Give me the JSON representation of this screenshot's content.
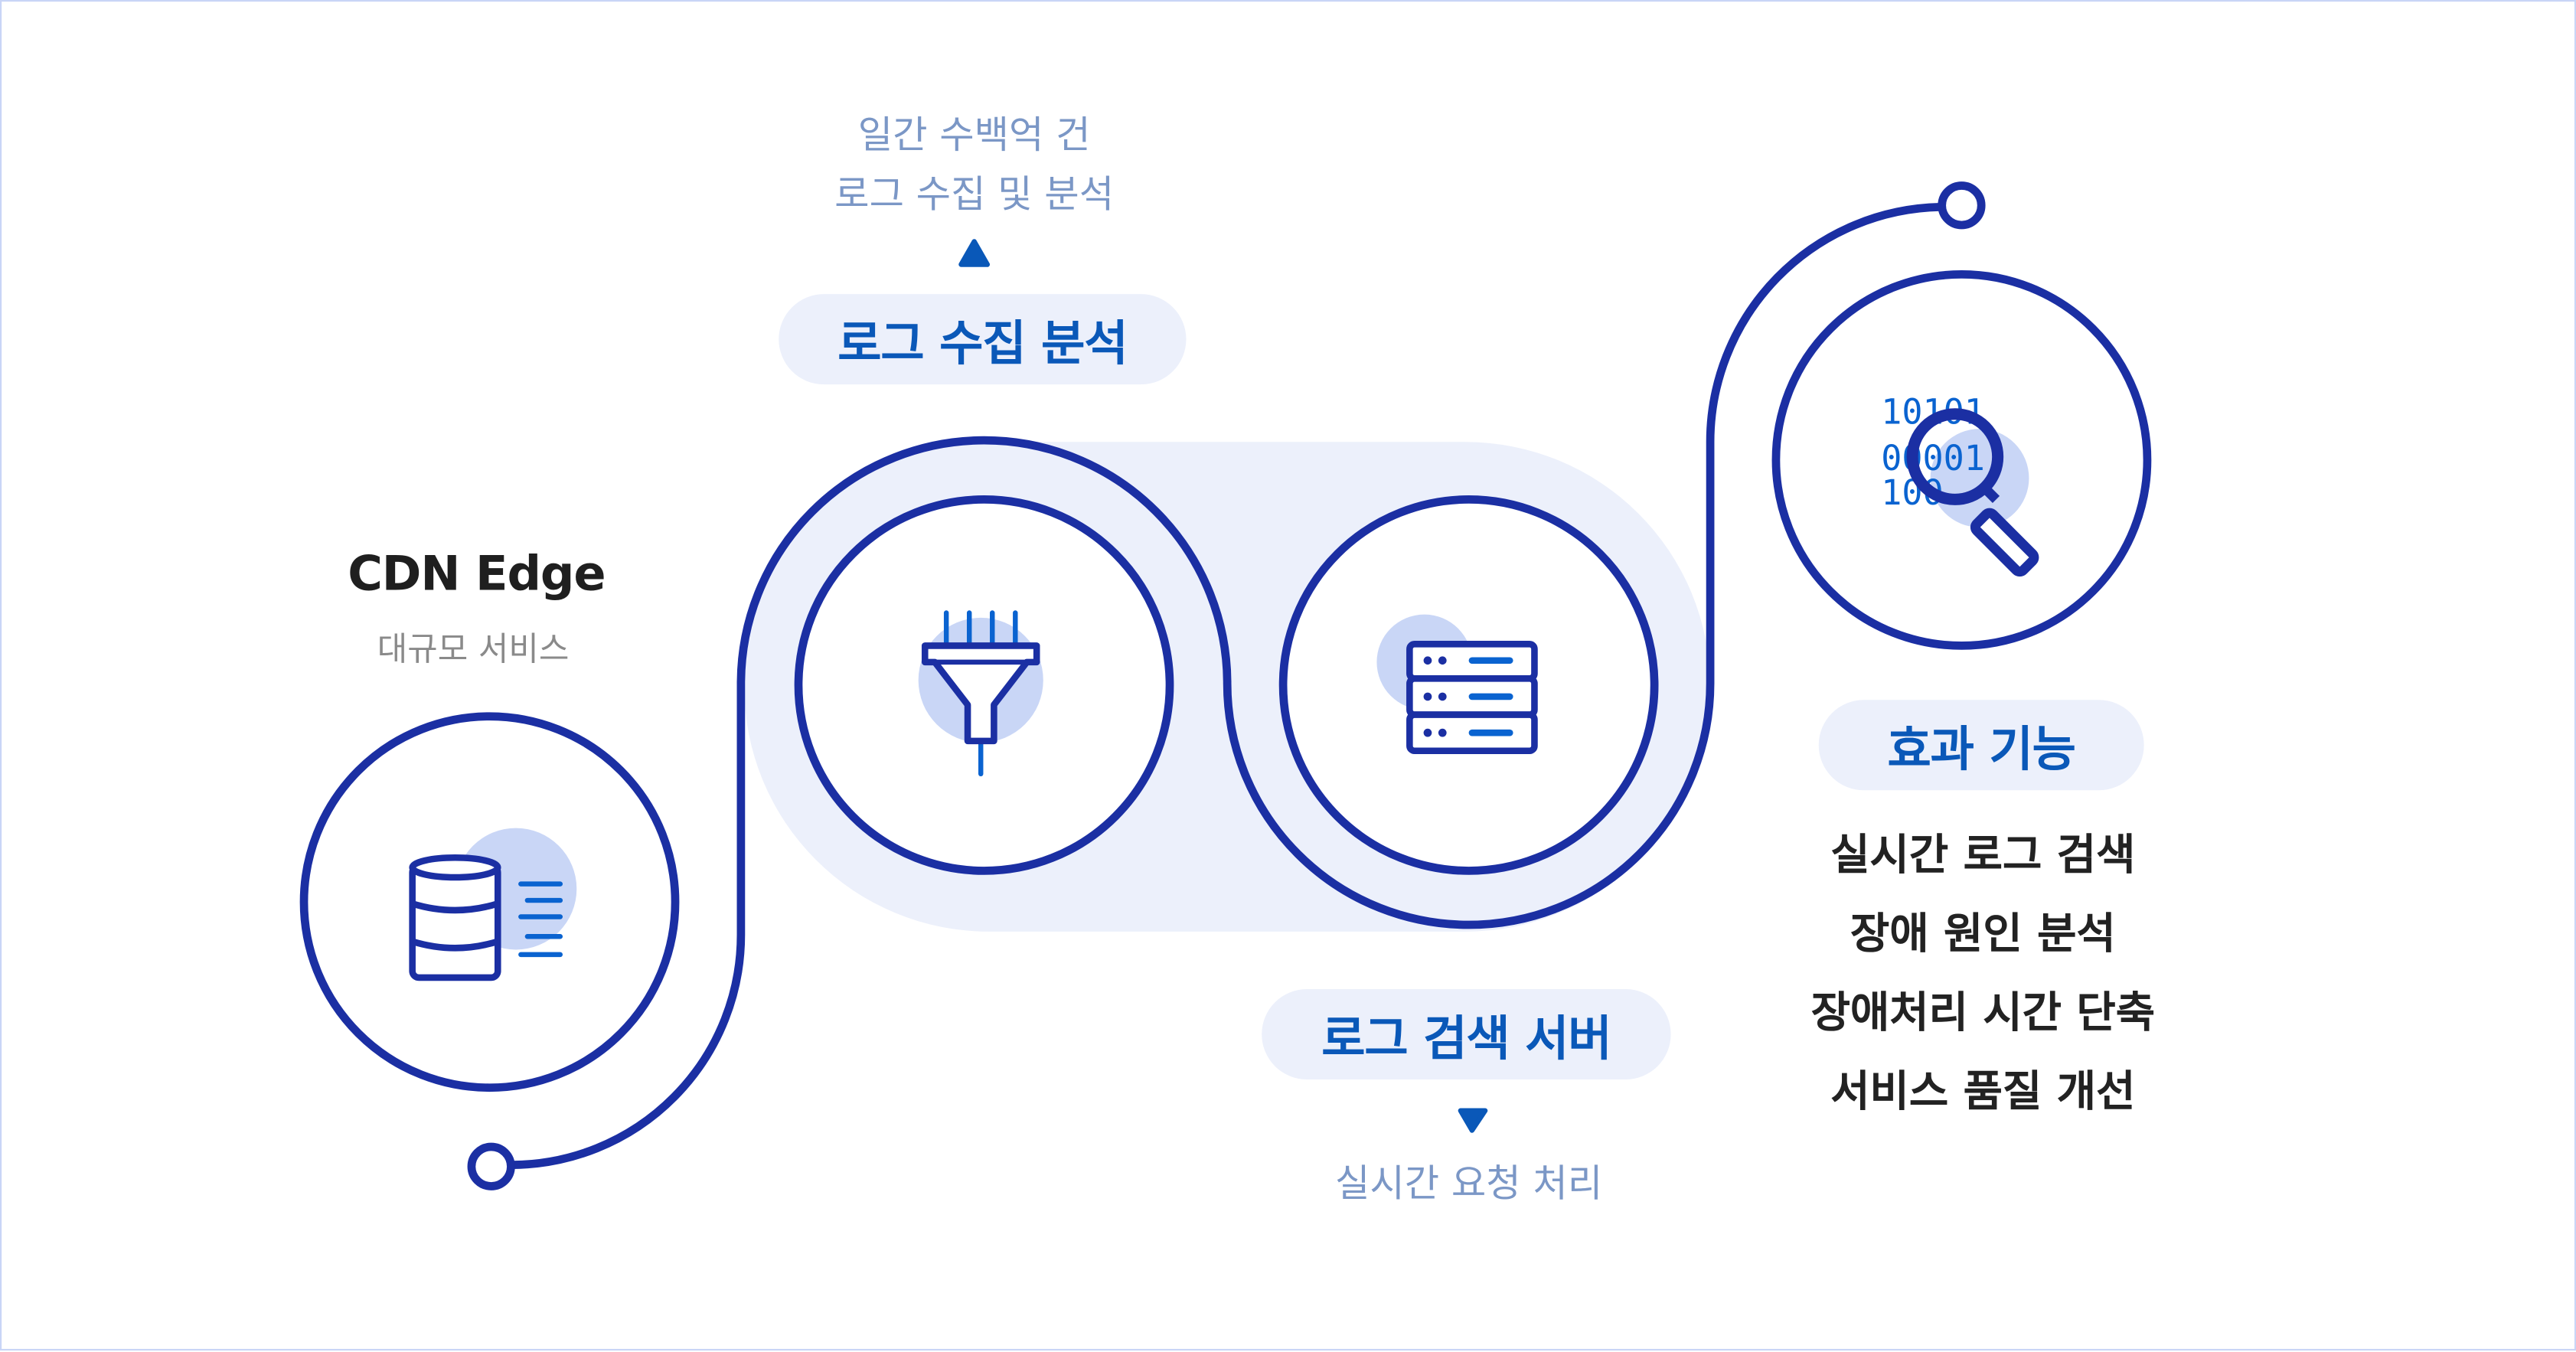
{
  "colors": {
    "navy": "#1b2fa3",
    "accent": "#0a58b8",
    "light": "#ecf0fb",
    "muted": "#7b97c6",
    "bubble": "#c9d6f6"
  },
  "cdn": {
    "title": "CDN Edge",
    "subtitle": "대규모 서비스",
    "icon": "database-icon"
  },
  "collect": {
    "note_line1": "일간 수백억 건",
    "note_line2": "로그 수집 및 분석",
    "label": "로그 수집 분석",
    "icon": "funnel-icon"
  },
  "search_server": {
    "label": "로그 검색 서버",
    "note": "실시간 요청 처리",
    "icon": "server-icon"
  },
  "effects": {
    "label": "효과 기능",
    "icon": "binary-search-icon",
    "binary": [
      "10101",
      "00001",
      "100"
    ],
    "items": [
      "실시간 로그 검색",
      "장애 원인 분석",
      "장애처리 시간 단축",
      "서비스 품질 개선"
    ]
  }
}
